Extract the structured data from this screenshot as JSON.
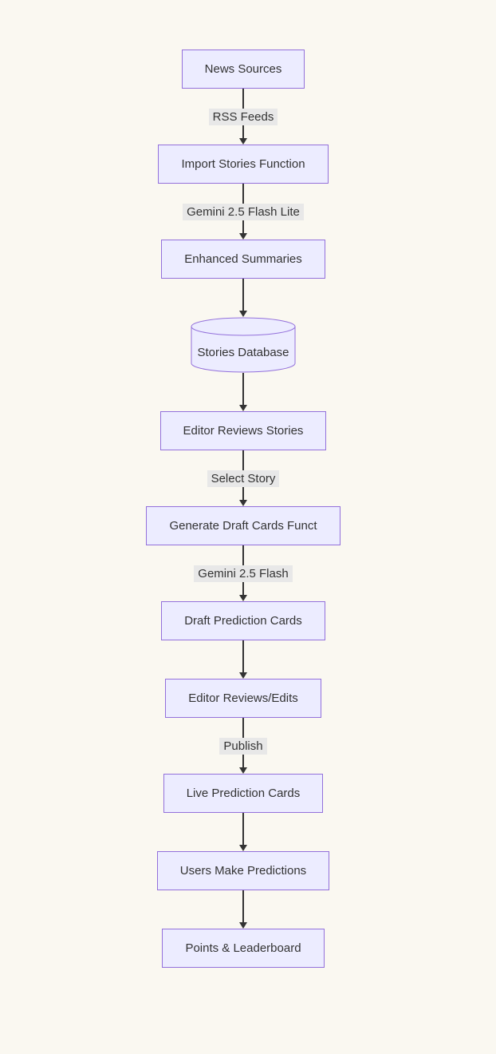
{
  "diagram": {
    "type": "flowchart",
    "direction": "top-down",
    "colors": {
      "background": "#faf8f1",
      "node_fill": "#ececff",
      "node_border": "#9370db",
      "text": "#333333",
      "edge_line": "#333333",
      "edge_label_bg": "#e8e8e8"
    },
    "nodes": [
      {
        "id": "news-sources",
        "shape": "rect",
        "label": "News Sources"
      },
      {
        "id": "import-stories-function",
        "shape": "rect",
        "label": "Import Stories Function"
      },
      {
        "id": "enhanced-summaries",
        "shape": "rect",
        "label": "Enhanced Summaries"
      },
      {
        "id": "stories-database",
        "shape": "cylinder",
        "label": "Stories Database"
      },
      {
        "id": "editor-reviews-stories",
        "shape": "rect",
        "label": "Editor Reviews Stories"
      },
      {
        "id": "generate-draft-cards-funct",
        "shape": "rect",
        "label": "Generate Draft Cards Funct"
      },
      {
        "id": "draft-prediction-cards",
        "shape": "rect",
        "label": "Draft Prediction Cards"
      },
      {
        "id": "editor-reviews-edits",
        "shape": "rect",
        "label": "Editor Reviews/Edits"
      },
      {
        "id": "live-prediction-cards",
        "shape": "rect",
        "label": "Live Prediction Cards"
      },
      {
        "id": "users-make-predictions",
        "shape": "rect",
        "label": "Users Make Predictions"
      },
      {
        "id": "points-leaderboard",
        "shape": "rect",
        "label": "Points & Leaderboard"
      }
    ],
    "edges": [
      {
        "from": "news-sources",
        "to": "import-stories-function",
        "label": "RSS Feeds"
      },
      {
        "from": "import-stories-function",
        "to": "enhanced-summaries",
        "label": "Gemini 2.5 Flash Lite"
      },
      {
        "from": "enhanced-summaries",
        "to": "stories-database",
        "label": ""
      },
      {
        "from": "stories-database",
        "to": "editor-reviews-stories",
        "label": ""
      },
      {
        "from": "editor-reviews-stories",
        "to": "generate-draft-cards-funct",
        "label": "Select Story"
      },
      {
        "from": "generate-draft-cards-funct",
        "to": "draft-prediction-cards",
        "label": "Gemini 2.5 Flash"
      },
      {
        "from": "draft-prediction-cards",
        "to": "editor-reviews-edits",
        "label": ""
      },
      {
        "from": "editor-reviews-edits",
        "to": "live-prediction-cards",
        "label": "Publish"
      },
      {
        "from": "live-prediction-cards",
        "to": "users-make-predictions",
        "label": ""
      },
      {
        "from": "users-make-predictions",
        "to": "points-leaderboard",
        "label": ""
      }
    ]
  }
}
